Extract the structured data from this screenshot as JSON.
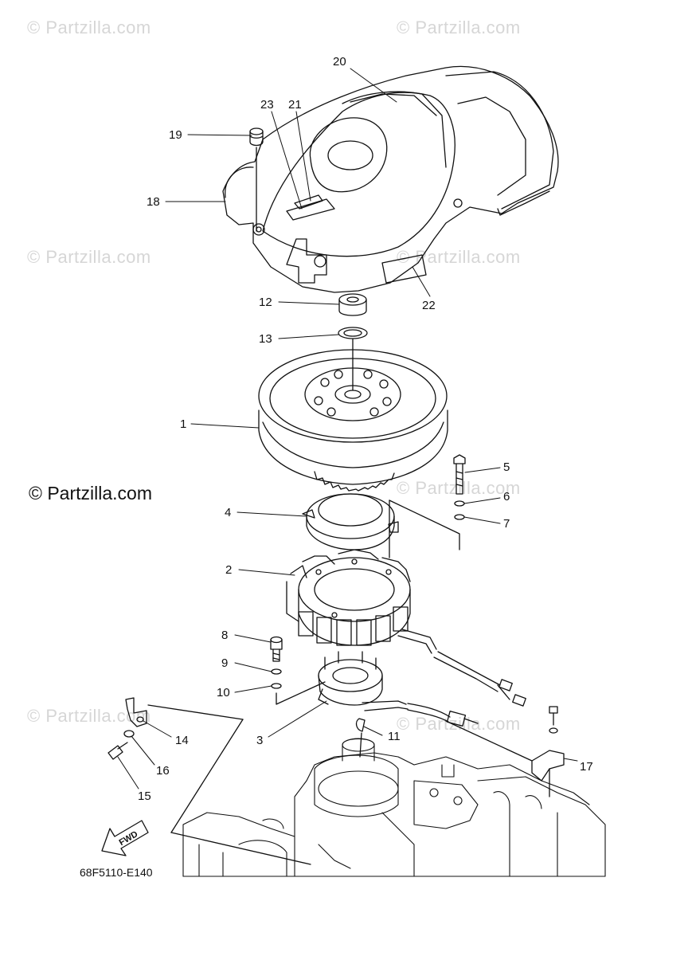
{
  "watermark": {
    "text": "© Partzilla.com",
    "main_text": "© Partzilla.com"
  },
  "diagram_code": "68F5110-E140",
  "fwd_label": "FWD",
  "callouts": {
    "c1": "1",
    "c2": "2",
    "c3": "3",
    "c4": "4",
    "c5": "5",
    "c6": "6",
    "c7": "7",
    "c8": "8",
    "c9": "9",
    "c10": "10",
    "c11": "11",
    "c12": "12",
    "c13": "13",
    "c14": "14",
    "c15": "15",
    "c16": "16",
    "c17": "17",
    "c18": "18",
    "c19": "19",
    "c20": "20",
    "c21": "21",
    "c22": "22",
    "c23": "23"
  }
}
